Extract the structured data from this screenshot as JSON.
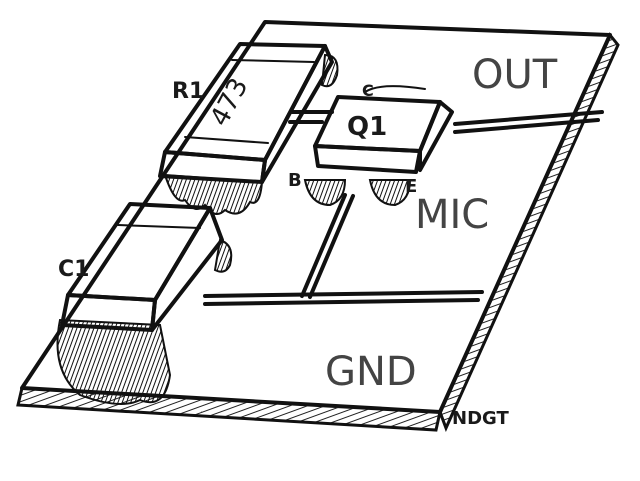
{
  "drawing": {
    "components": {
      "resistor": {
        "ref": "R1",
        "value": "473"
      },
      "transistor": {
        "ref": "Q1",
        "pins": {
          "collector": "C",
          "base": "B",
          "emitter": "E"
        }
      },
      "capacitor": {
        "ref": "C1"
      }
    },
    "pads": {
      "out": "OUT",
      "mic": "MIC",
      "gnd": "GND"
    },
    "signature": "NDGT"
  },
  "colors": {
    "ink": "#111111",
    "paper": "#ffffff",
    "shade": "#555555"
  }
}
